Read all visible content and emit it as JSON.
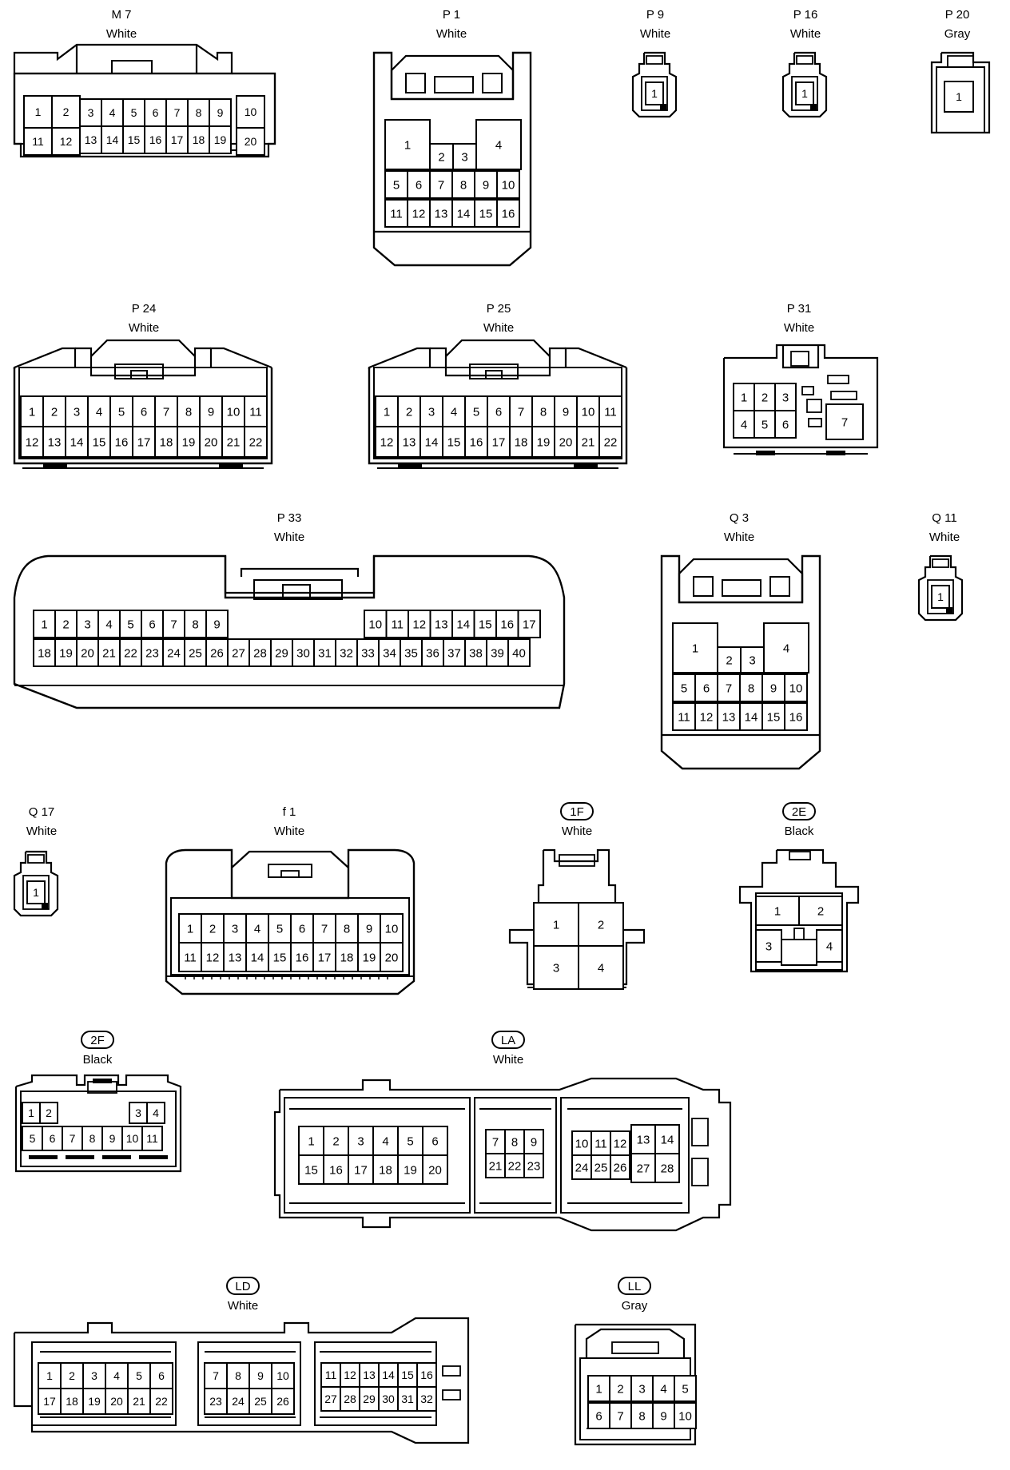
{
  "connectors": [
    {
      "id": "M7",
      "code": "M 7",
      "color": "White",
      "code_style": "plain",
      "pins": [
        "1",
        "2",
        "3",
        "4",
        "5",
        "6",
        "7",
        "8",
        "9",
        "10",
        "11",
        "12",
        "13",
        "14",
        "15",
        "16",
        "17",
        "18",
        "19",
        "20"
      ]
    },
    {
      "id": "P1",
      "code": "P 1",
      "color": "White",
      "code_style": "plain",
      "pins": [
        "1",
        "2",
        "3",
        "4",
        "5",
        "6",
        "7",
        "8",
        "9",
        "10",
        "11",
        "12",
        "13",
        "14",
        "15",
        "16"
      ]
    },
    {
      "id": "P9",
      "code": "P 9",
      "color": "White",
      "code_style": "plain",
      "pins": [
        "1"
      ]
    },
    {
      "id": "P16",
      "code": "P 16",
      "color": "White",
      "code_style": "plain",
      "pins": [
        "1"
      ]
    },
    {
      "id": "P20",
      "code": "P 20",
      "color": "Gray",
      "code_style": "plain",
      "pins": [
        "1"
      ]
    },
    {
      "id": "P24",
      "code": "P 24",
      "color": "White",
      "code_style": "plain",
      "pins": [
        "1",
        "2",
        "3",
        "4",
        "5",
        "6",
        "7",
        "8",
        "9",
        "10",
        "11",
        "12",
        "13",
        "14",
        "15",
        "16",
        "17",
        "18",
        "19",
        "20",
        "21",
        "22"
      ]
    },
    {
      "id": "P25",
      "code": "P 25",
      "color": "White",
      "code_style": "plain",
      "pins": [
        "1",
        "2",
        "3",
        "4",
        "5",
        "6",
        "7",
        "8",
        "9",
        "10",
        "11",
        "12",
        "13",
        "14",
        "15",
        "16",
        "17",
        "18",
        "19",
        "20",
        "21",
        "22"
      ]
    },
    {
      "id": "P31",
      "code": "P 31",
      "color": "White",
      "code_style": "plain",
      "pins": [
        "1",
        "2",
        "3",
        "4",
        "5",
        "6",
        "7"
      ]
    },
    {
      "id": "P33",
      "code": "P 33",
      "color": "White",
      "code_style": "plain",
      "pins": [
        "1",
        "2",
        "3",
        "4",
        "5",
        "6",
        "7",
        "8",
        "9",
        "10",
        "11",
        "12",
        "13",
        "14",
        "15",
        "16",
        "17",
        "18",
        "19",
        "20",
        "21",
        "22",
        "23",
        "24",
        "25",
        "26",
        "27",
        "28",
        "29",
        "30",
        "31",
        "32",
        "33",
        "34",
        "35",
        "36",
        "37",
        "38",
        "39",
        "40"
      ]
    },
    {
      "id": "Q3",
      "code": "Q 3",
      "color": "White",
      "code_style": "plain",
      "pins": [
        "1",
        "2",
        "3",
        "4",
        "5",
        "6",
        "7",
        "8",
        "9",
        "10",
        "11",
        "12",
        "13",
        "14",
        "15",
        "16"
      ]
    },
    {
      "id": "Q11",
      "code": "Q 11",
      "color": "White",
      "code_style": "plain",
      "pins": [
        "1"
      ]
    },
    {
      "id": "Q17",
      "code": "Q 17",
      "color": "White",
      "code_style": "plain",
      "pins": [
        "1"
      ]
    },
    {
      "id": "f1",
      "code": "f 1",
      "color": "White",
      "code_style": "plain",
      "pins": [
        "1",
        "2",
        "3",
        "4",
        "5",
        "6",
        "7",
        "8",
        "9",
        "10",
        "11",
        "12",
        "13",
        "14",
        "15",
        "16",
        "17",
        "18",
        "19",
        "20"
      ]
    },
    {
      "id": "1F",
      "code": "1F",
      "color": "White",
      "code_style": "oval",
      "pins": [
        "1",
        "2",
        "3",
        "4"
      ]
    },
    {
      "id": "2E",
      "code": "2E",
      "color": "Black",
      "code_style": "oval",
      "pins": [
        "1",
        "2",
        "3",
        "4"
      ]
    },
    {
      "id": "2F",
      "code": "2F",
      "color": "Black",
      "code_style": "oval",
      "pins": [
        "1",
        "2",
        "3",
        "4",
        "5",
        "6",
        "7",
        "8",
        "9",
        "10",
        "11"
      ]
    },
    {
      "id": "LA",
      "code": "LA",
      "color": "White",
      "code_style": "oval",
      "pins": [
        "1",
        "2",
        "3",
        "4",
        "5",
        "6",
        "7",
        "8",
        "9",
        "10",
        "11",
        "12",
        "13",
        "14",
        "15",
        "16",
        "17",
        "18",
        "19",
        "20",
        "21",
        "22",
        "23",
        "24",
        "25",
        "26",
        "27",
        "28"
      ]
    },
    {
      "id": "LD",
      "code": "LD",
      "color": "White",
      "code_style": "oval",
      "pins": [
        "1",
        "2",
        "3",
        "4",
        "5",
        "6",
        "7",
        "8",
        "9",
        "10",
        "11",
        "12",
        "13",
        "14",
        "15",
        "16",
        "17",
        "18",
        "19",
        "20",
        "21",
        "22",
        "23",
        "24",
        "25",
        "26",
        "27",
        "28",
        "29",
        "30",
        "31",
        "32"
      ]
    },
    {
      "id": "LL",
      "code": "LL",
      "color": "Gray",
      "code_style": "oval",
      "pins": [
        "1",
        "2",
        "3",
        "4",
        "5",
        "6",
        "7",
        "8",
        "9",
        "10"
      ]
    }
  ],
  "style": {
    "ink": "#000000",
    "paper": "#ffffff"
  }
}
